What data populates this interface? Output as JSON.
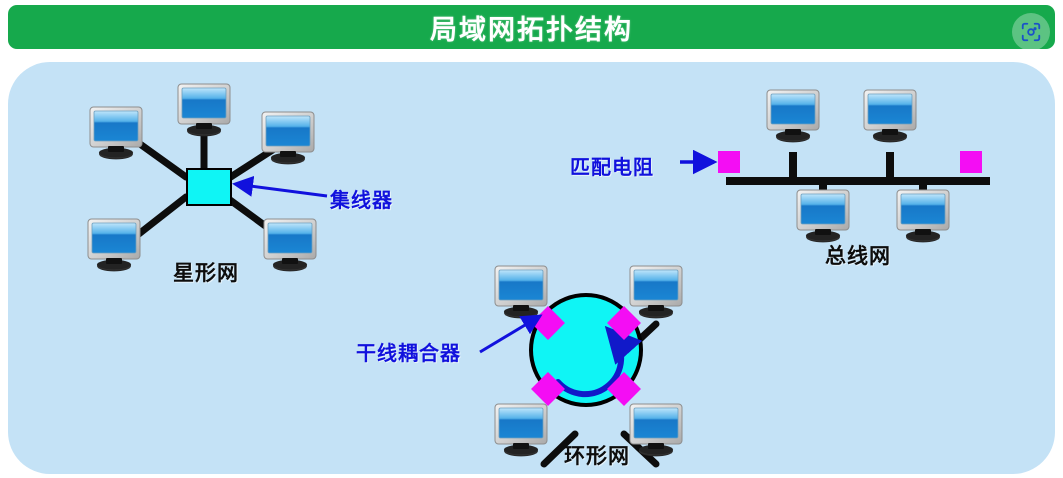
{
  "header": {
    "title": "局域网拓扑结构",
    "accent_color": "#16a94c",
    "title_color": "#ffffff",
    "scan_icon": "camera-scan-icon"
  },
  "panel": {
    "background_color": "#c4e2f6"
  },
  "diagram": {
    "type": "network-topology-diagram",
    "label_color": "#1111dd",
    "title_color": "#0d0d0d",
    "node_icon": "computer-monitor-icon",
    "sections": [
      {
        "id": "star",
        "title": "星形网",
        "callout": "集线器",
        "center_device": "hub-box",
        "center_color": "#0ff5f5",
        "node_count": 5
      },
      {
        "id": "bus",
        "title": "总线网",
        "callout": "匹配电阻",
        "center_device": "bus-backbone",
        "terminator_color": "#f40df4",
        "terminator_count": 2,
        "node_count": 4
      },
      {
        "id": "ring",
        "title": "环形网",
        "callout": "干线耦合器",
        "center_device": "ring-circle",
        "center_color": "#0ff5f5",
        "coupler_color": "#f40df4",
        "coupler_count": 4,
        "node_count": 4
      }
    ]
  }
}
